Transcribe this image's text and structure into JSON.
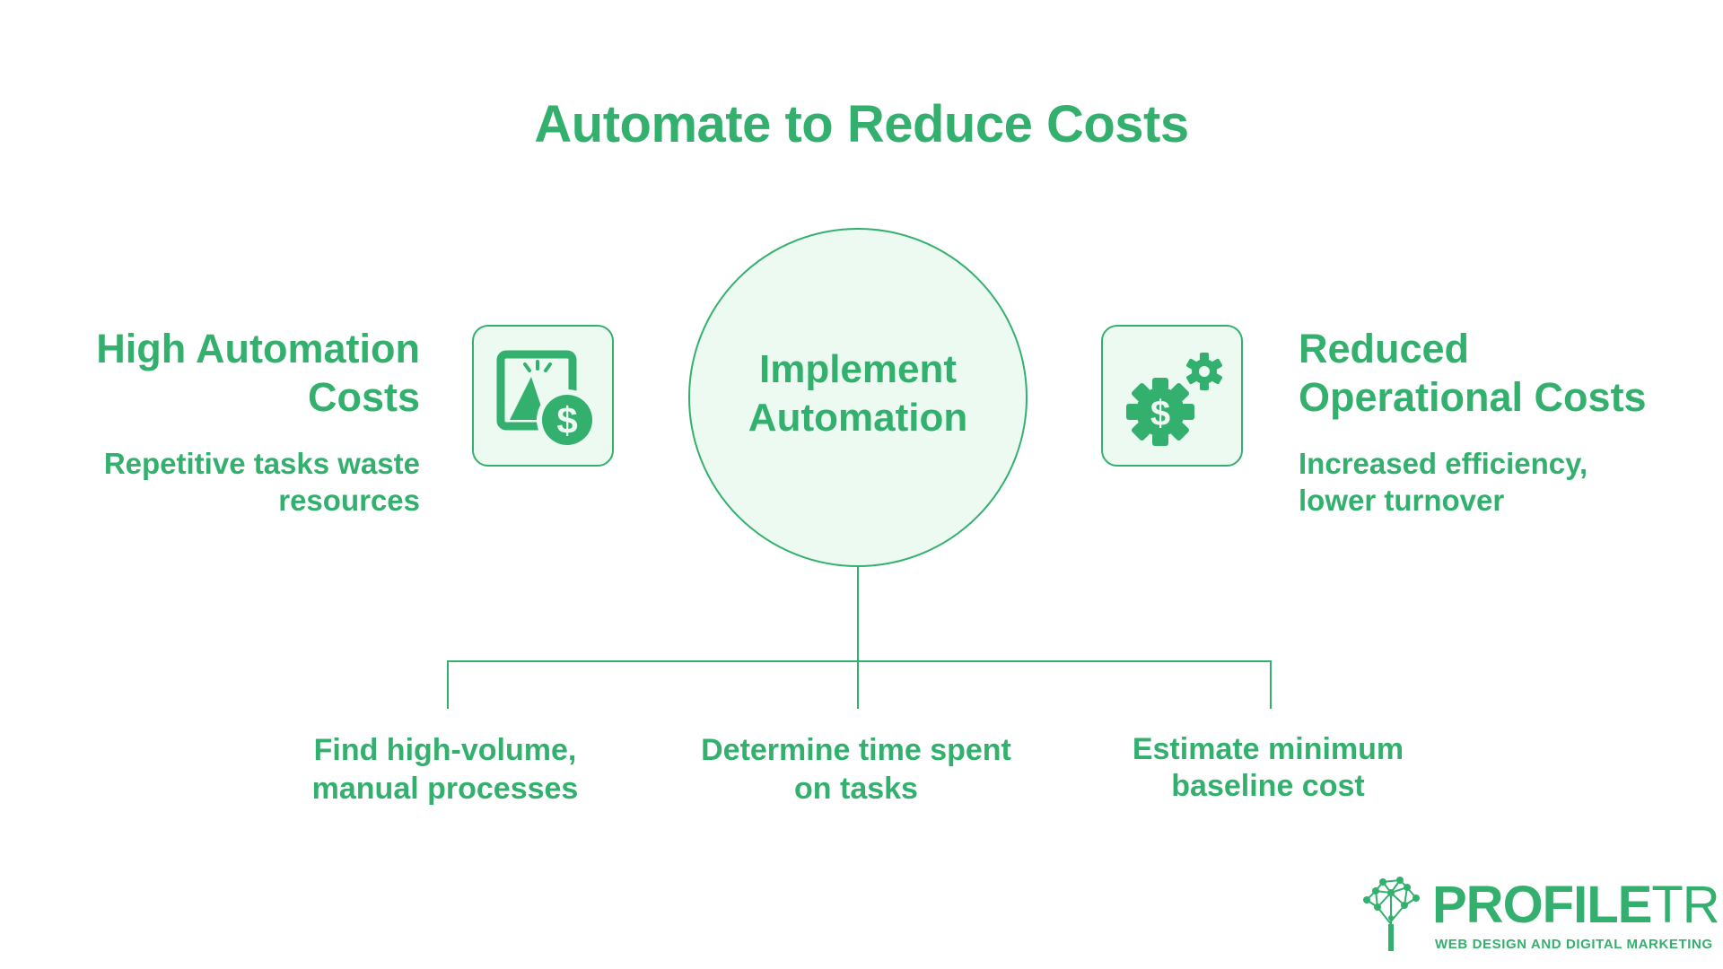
{
  "title": "Automate to Reduce Costs",
  "left": {
    "title": "High Automation Costs",
    "title_line1": "High Automation",
    "title_line2": "Costs",
    "desc_line1": "Repetitive tasks waste",
    "desc_line2": "resources",
    "icon": "image-dollar-icon"
  },
  "center": {
    "line1": "Implement",
    "line2": "Automation"
  },
  "right": {
    "title_line1": "Reduced",
    "title_line2": "Operational Costs",
    "desc_line1": "Increased efficiency,",
    "desc_line2": "lower turnover",
    "icon": "gear-dollar-icon"
  },
  "steps": [
    {
      "line1": "Find high-volume,",
      "line2": "manual processes"
    },
    {
      "line1": "Determine time spent",
      "line2": "on tasks"
    },
    {
      "line1": "Estimate minimum",
      "line2": "baseline cost"
    }
  ],
  "logo": {
    "name_a": "PROFILE",
    "name_b": "TREE",
    "tagline": "WEB DESIGN AND DIGITAL MARKETING",
    "icon": "tree-network-icon"
  },
  "colors": {
    "accent": "#33b06e",
    "fill": "#ecfaf2"
  }
}
